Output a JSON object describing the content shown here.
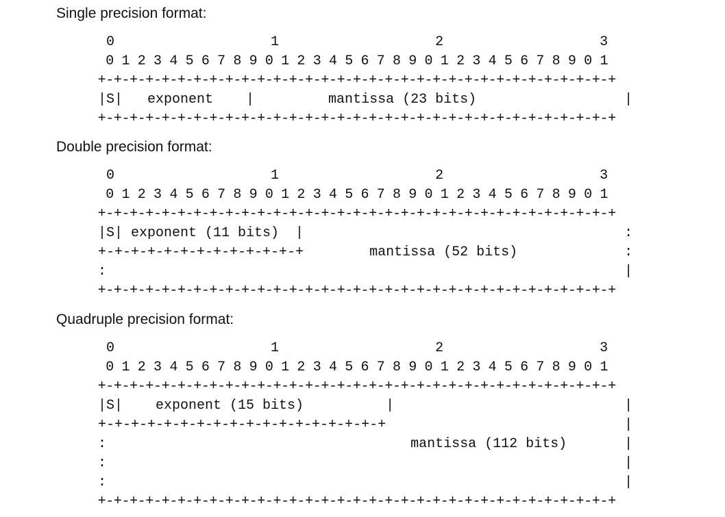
{
  "single": {
    "heading": "Single precision format:",
    "lines": [
      "  0                   1                   2                   3",
      "  0 1 2 3 4 5 6 7 8 9 0 1 2 3 4 5 6 7 8 9 0 1 2 3 4 5 6 7 8 9 0 1",
      " +-+-+-+-+-+-+-+-+-+-+-+-+-+-+-+-+-+-+-+-+-+-+-+-+-+-+-+-+-+-+-+-+",
      " |S|   exponent    |         mantissa (23 bits)                  |",
      " +-+-+-+-+-+-+-+-+-+-+-+-+-+-+-+-+-+-+-+-+-+-+-+-+-+-+-+-+-+-+-+-+"
    ]
  },
  "double": {
    "heading": "Double precision format:",
    "lines": [
      "  0                   1                   2                   3",
      "  0 1 2 3 4 5 6 7 8 9 0 1 2 3 4 5 6 7 8 9 0 1 2 3 4 5 6 7 8 9 0 1",
      " +-+-+-+-+-+-+-+-+-+-+-+-+-+-+-+-+-+-+-+-+-+-+-+-+-+-+-+-+-+-+-+-+",
      " |S| exponent (11 bits)  |                                       :",
      " +-+-+-+-+-+-+-+-+-+-+-+-+        mantissa (52 bits)             :",
      " :                                                               |",
      " +-+-+-+-+-+-+-+-+-+-+-+-+-+-+-+-+-+-+-+-+-+-+-+-+-+-+-+-+-+-+-+-+"
    ]
  },
  "quadruple": {
    "heading": "Quadruple precision format:",
    "lines": [
      "  0                   1                   2                   3",
      "  0 1 2 3 4 5 6 7 8 9 0 1 2 3 4 5 6 7 8 9 0 1 2 3 4 5 6 7 8 9 0 1",
      " +-+-+-+-+-+-+-+-+-+-+-+-+-+-+-+-+-+-+-+-+-+-+-+-+-+-+-+-+-+-+-+-+",
      " |S|    exponent (15 bits)          |                            |",
      " +-+-+-+-+-+-+-+-+-+-+-+-+-+-+-+-+-+                             |",
      " :                                     mantissa (112 bits)       |",
      " :                                                               |",
      " :                                                               |",
      " +-+-+-+-+-+-+-+-+-+-+-+-+-+-+-+-+-+-+-+-+-+-+-+-+-+-+-+-+-+-+-+-+"
    ]
  }
}
